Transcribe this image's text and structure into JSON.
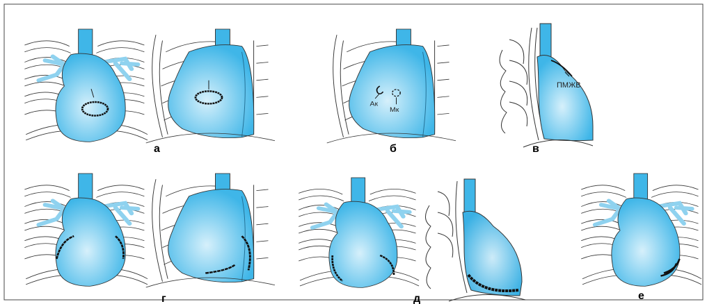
{
  "figure": {
    "colors": {
      "heart_fill": "#3fb6e8",
      "heart_center": "#d6f0fb",
      "vessel_fill": "#bfe6f7",
      "rib_stroke": "#333333",
      "calcification": "#111111",
      "border": "#444444"
    },
    "panels": [
      {
        "label": "а",
        "views": [
          "frontal-chest-heart",
          "lateral-chest-heart"
        ],
        "feature": "ring-calcification"
      },
      {
        "label": "б",
        "views": [
          "lateral-chest-heart"
        ],
        "feature": "valve-calcification"
      },
      {
        "label": "в",
        "views": [
          "lateral-chest-heart"
        ],
        "feature": "artery-calcification"
      },
      {
        "label": "г",
        "views": [
          "frontal-chest-heart",
          "lateral-chest-heart"
        ],
        "feature": "rim-calcification"
      },
      {
        "label": "д",
        "views": [
          "frontal-chest-heart",
          "lateral-chest-heart"
        ],
        "feature": "rim-calcification"
      },
      {
        "label": "е",
        "views": [
          "frontal-chest-heart"
        ],
        "feature": "apex-calcification"
      }
    ],
    "annotations": {
      "ak": "Ак",
      "mk": "Мк",
      "pmzhv": "ПМЖВ"
    }
  }
}
